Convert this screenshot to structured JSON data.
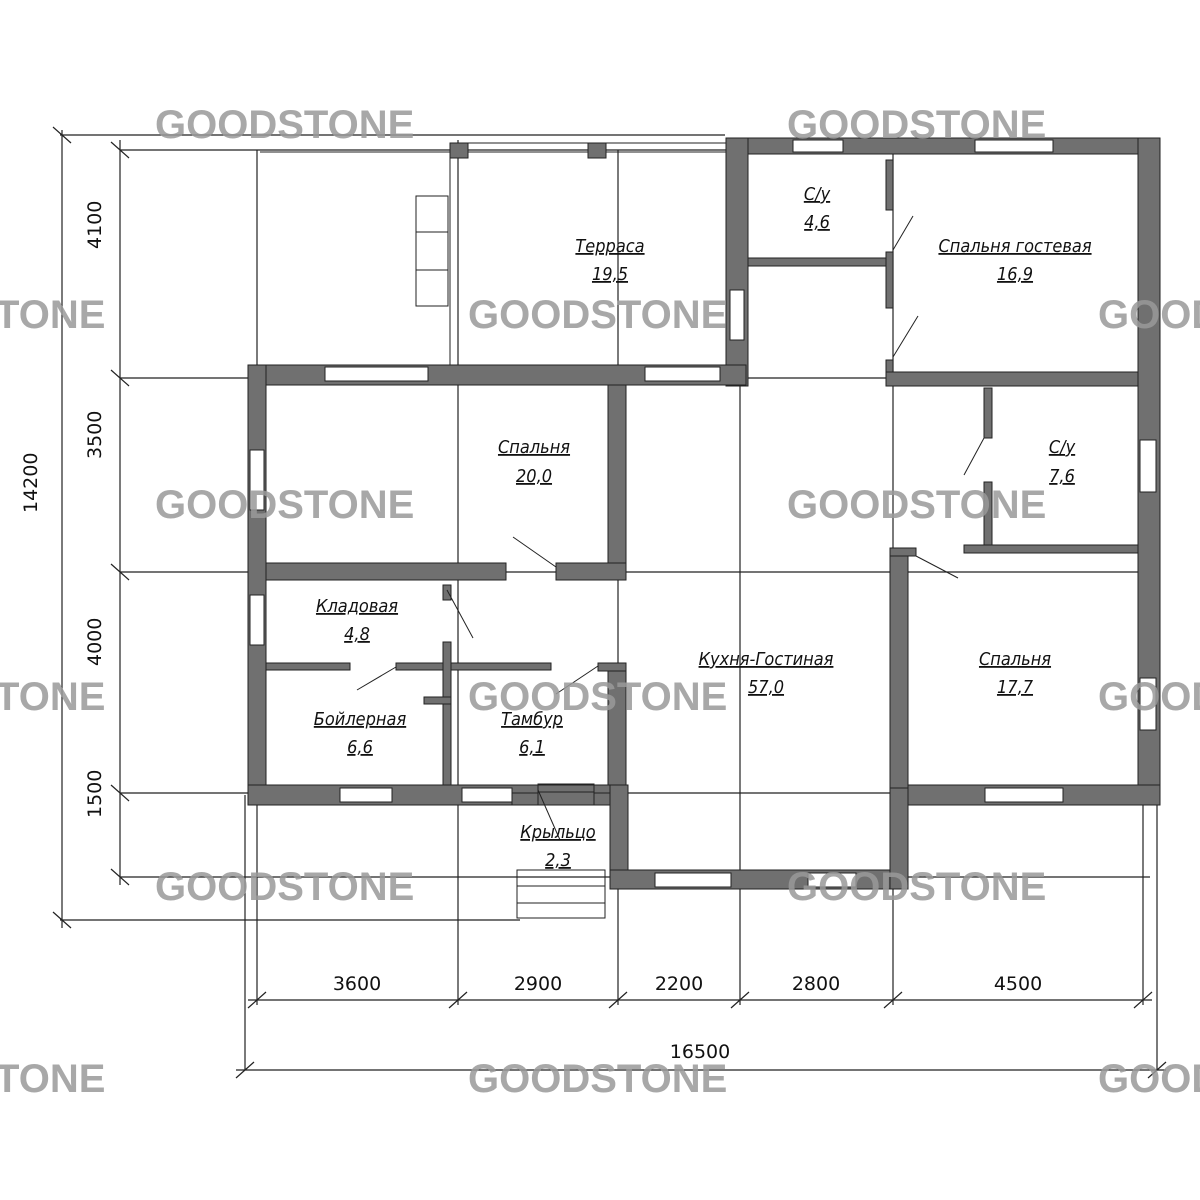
{
  "rooms": [
    {
      "name": "Терраса",
      "area": "19,5"
    },
    {
      "name": "С/у",
      "area": "4,6"
    },
    {
      "name": "Спальня гостевая",
      "area": "16,9"
    },
    {
      "name": "Спальня",
      "area": "20,0"
    },
    {
      "name": "С/у",
      "area": "7,6"
    },
    {
      "name": "Кладовая",
      "area": "4,8"
    },
    {
      "name": "Бойлерная",
      "area": "6,6"
    },
    {
      "name": "Тамбур",
      "area": "6,1"
    },
    {
      "name": "Кухня-Гостиная",
      "area": "57,0"
    },
    {
      "name": "Спальня",
      "area": "17,7"
    },
    {
      "name": "Крыльцо",
      "area": "2,3"
    }
  ],
  "dimensions": {
    "horizontal": [
      "3600",
      "2900",
      "2200",
      "2800",
      "4500"
    ],
    "horizontal_total": "16500",
    "vertical": [
      "4100",
      "3500",
      "4000",
      "1500"
    ],
    "vertical_total": "14200"
  },
  "watermark": "GOODSTONE",
  "watermark_partial": "TONE"
}
